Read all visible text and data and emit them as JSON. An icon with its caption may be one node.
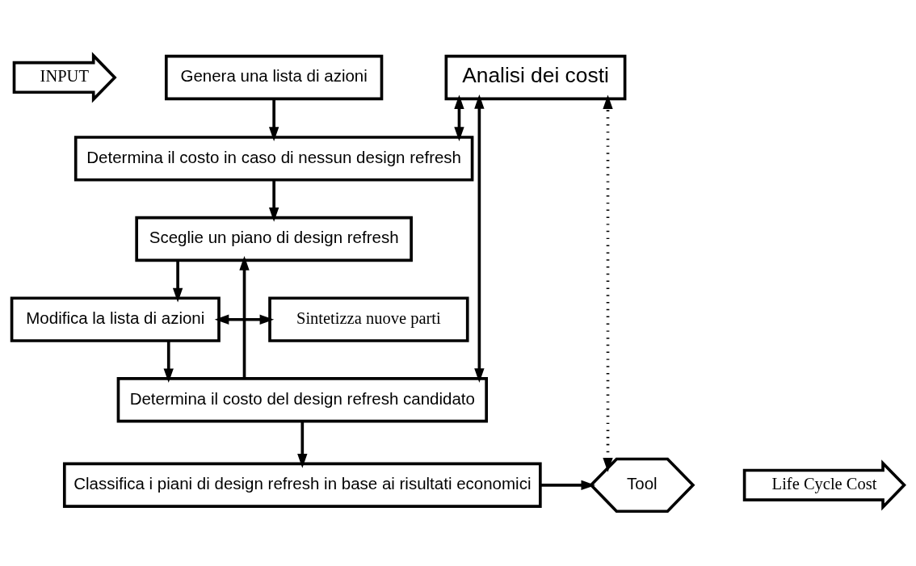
{
  "diagram": {
    "nodes": [
      {
        "text": [
          "INPUT"
        ]
      },
      {
        "text": [
          "Genera una lista di azioni"
        ]
      },
      {
        "text": [
          "Determina il costo in caso di nessun design refresh"
        ]
      },
      {
        "text": [
          "Analisi dei costi"
        ]
      },
      {
        "text": [
          "Sceglie un piano di design refresh"
        ]
      },
      {
        "text": [
          "Modifica la lista di azioni"
        ]
      },
      {
        "text": [
          "Sintetizza nuove parti"
        ]
      },
      {
        "text": [
          "Determina il costo del design refresh candidato"
        ]
      },
      {
        "text": [
          "Classifica i piani di design refresh in base ai risultati economici"
        ]
      },
      {
        "text": [
          "Tool"
        ]
      },
      {
        "text": [
          "Life Cycle Cost"
        ]
      }
    ],
    "edges": [
      {
        "from": 1,
        "to": 2,
        "arrow": "to"
      },
      {
        "from": 2,
        "to": 4,
        "arrow": "to"
      },
      {
        "from": 2,
        "to": 3,
        "arrow": "both"
      },
      {
        "from": 4,
        "to": 5,
        "arrow": "to"
      },
      {
        "from": 5,
        "to": 6,
        "arrow": "both"
      },
      {
        "from": 5,
        "to": 7,
        "arrow": "to"
      },
      {
        "from": 7,
        "to": 4,
        "arrow": "to"
      },
      {
        "from": 7,
        "to": 3,
        "arrow": "both"
      },
      {
        "from": 7,
        "to": 8,
        "arrow": "to"
      },
      {
        "from": 8,
        "to": 9,
        "arrow": "to"
      },
      {
        "from": 9,
        "to": 3,
        "arrow": "both",
        "style": "dashed"
      }
    ]
  }
}
